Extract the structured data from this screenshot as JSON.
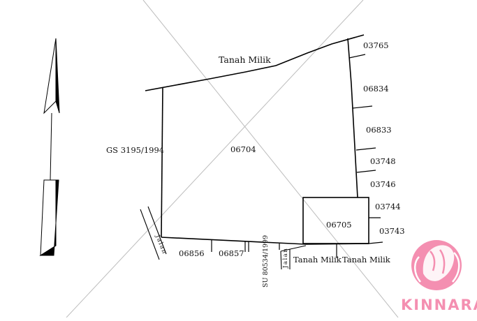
{
  "parcels": {
    "main": "06704",
    "sub": "06705"
  },
  "neighbors": {
    "north": "Tanah Milik",
    "west": "GS 3195/1994",
    "east": [
      "03765",
      "06834",
      "06833",
      "03748",
      "03746",
      "03744",
      "03743"
    ],
    "south": [
      "06856",
      "06857",
      "SU 80534/1999",
      "Tanah Milik",
      "Tanah Milik"
    ]
  },
  "roads": [
    "Jalan",
    "Jalan"
  ],
  "watermark": {
    "brand": "KINNARA",
    "color": "#f48fb1"
  },
  "north_arrow_icon": "north-arrow-icon"
}
